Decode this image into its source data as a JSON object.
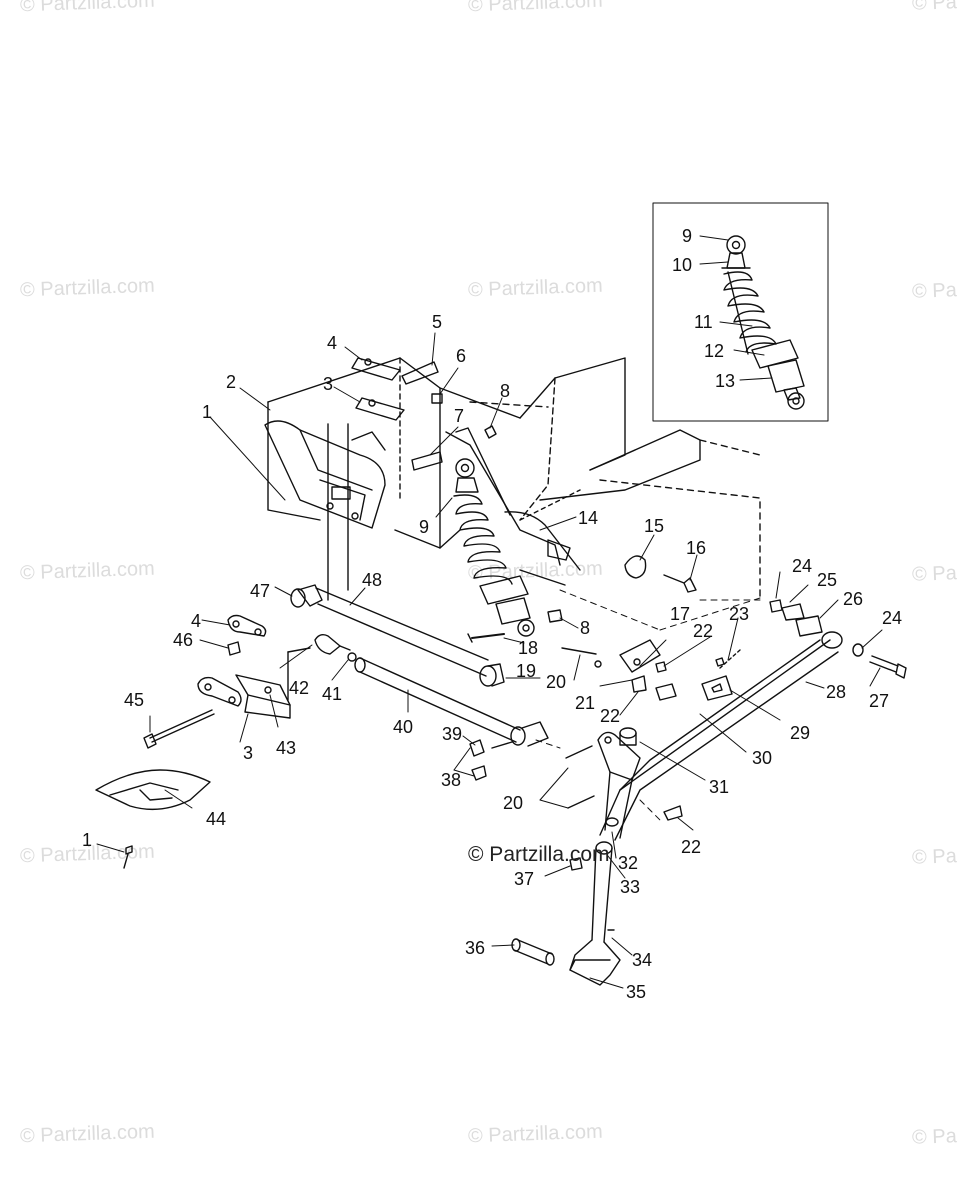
{
  "watermark": {
    "text": "© Partzilla.com",
    "partial_text": "© Pa"
  },
  "center_watermark": "© Partzilla.com",
  "callouts": {
    "c1a": "1",
    "c1b": "1",
    "c2": "2",
    "c3a": "3",
    "c3b": "3",
    "c4a": "4",
    "c4b": "4",
    "c5": "5",
    "c6": "6",
    "c7": "7",
    "c8a": "8",
    "c8b": "8",
    "c9a": "9",
    "c9b": "9",
    "c10": "10",
    "c11": "11",
    "c12": "12",
    "c13": "13",
    "c14": "14",
    "c15": "15",
    "c16": "16",
    "c17": "17",
    "c18": "18",
    "c19": "19",
    "c20a": "20",
    "c20b": "20",
    "c21": "21",
    "c22a": "22",
    "c22b": "22",
    "c22c": "22",
    "c23": "23",
    "c24a": "24",
    "c24b": "24",
    "c25": "25",
    "c26": "26",
    "c27": "27",
    "c28": "28",
    "c29": "29",
    "c30": "30",
    "c31": "31",
    "c32": "32",
    "c33": "33",
    "c34": "34",
    "c35": "35",
    "c36": "36",
    "c37": "37",
    "c38": "38",
    "c39": "39",
    "c40": "40",
    "c41": "41",
    "c42": "42",
    "c43": "43",
    "c44": "44",
    "c45": "45",
    "c46": "46",
    "c47": "47",
    "c48": "48"
  }
}
